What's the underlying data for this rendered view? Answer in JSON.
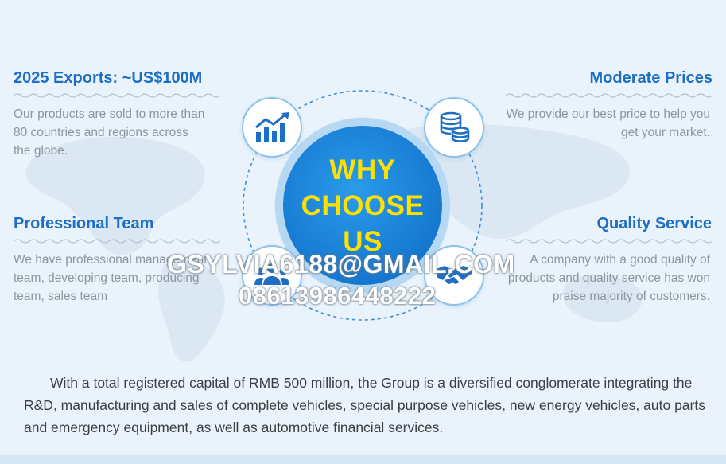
{
  "panels": {
    "exports": {
      "title": "2025 Exports: ~US$100M",
      "text": "Our products are sold to more than 80 countries and regions across the globe."
    },
    "prices": {
      "title": "Moderate Prices",
      "text": "We provide our best price to help you get your market."
    },
    "team": {
      "title": "Professional Team",
      "text": "We have professional management team, developing team, producing team, sales team"
    },
    "service": {
      "title": "Quality Service",
      "text": "A company with a good quality of products and quality service has won praise majority of customers."
    }
  },
  "center": {
    "line1": "WHY",
    "line2": "CHOOSE",
    "line3": "US"
  },
  "watermark": {
    "email": "GSYLVIA6188@GMAIL.COM",
    "phone": "08613986448222"
  },
  "description": "With a total registered capital of RMB 500 million, the Group is a diversified conglomerate integrating the R&D, manufacturing and sales of complete vehicles, special purpose vehicles, new energy vehicles, auto parts and emergency equipment, as well as automotive financial services.",
  "colors": {
    "accent_blue": "#1d6fc4",
    "highlight_yellow": "#ffe100",
    "muted_text": "#8d969f",
    "background": "#eaf3fb"
  },
  "icons": [
    "growth-chart-icon",
    "coin-stack-icon",
    "team-icon",
    "handshake-icon"
  ]
}
